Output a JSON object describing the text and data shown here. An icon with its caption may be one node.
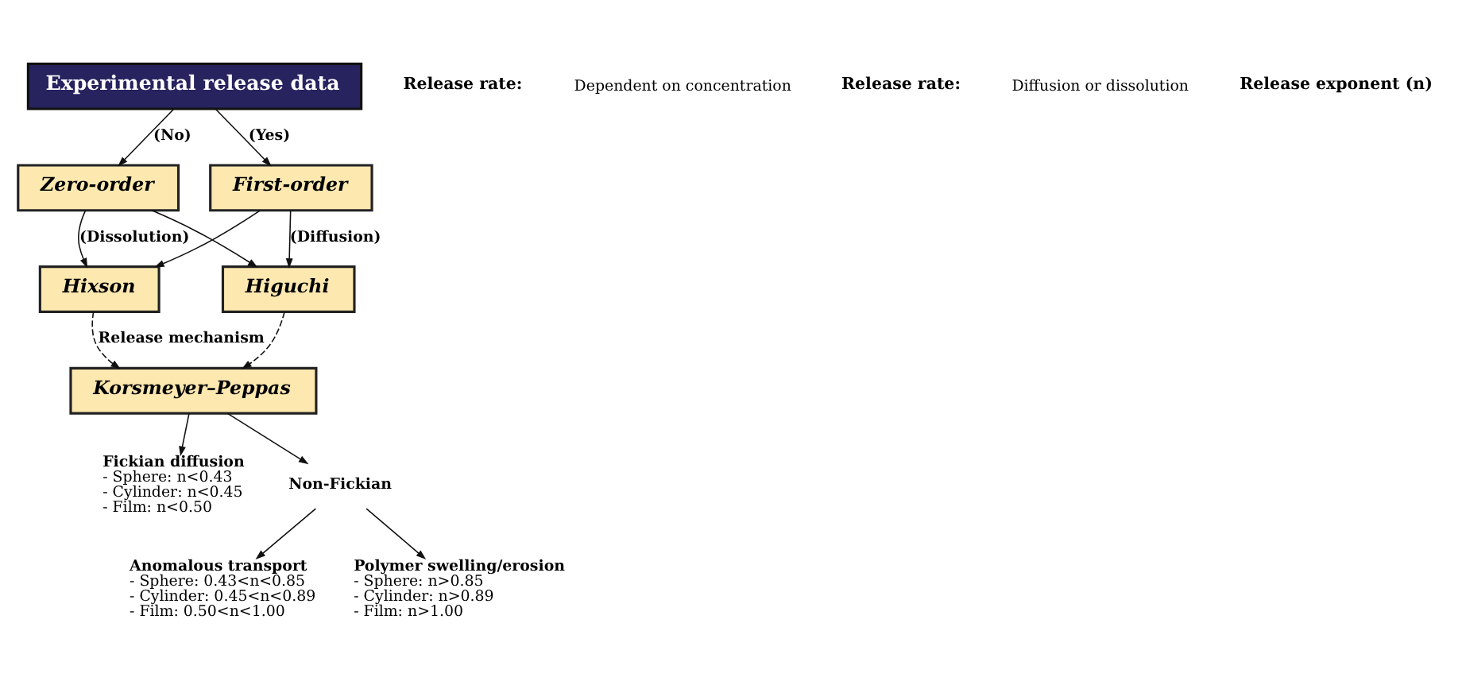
{
  "diagram": {
    "nodes": [
      {
        "text": [
          "Experimental release data"
        ]
      },
      {
        "text": [
          "Zero-order"
        ]
      },
      {
        "text": [
          "First-order"
        ]
      },
      {
        "text": [
          "Hixson"
        ]
      },
      {
        "text": [
          "Higuchi"
        ]
      },
      {
        "text": [
          "Korsmeyer–Peppas"
        ]
      },
      {
        "text": [
          "Fickian diffusion",
          "- Sphere: n<0.43",
          "- Cylinder: n<0.45",
          "- Film: n<0.50"
        ]
      },
      {
        "text": [
          "Non-Fickian"
        ]
      },
      {
        "text": [
          "Anomalous transport",
          "- Sphere: 0.43<n<0.85",
          "- Cylinder: 0.45<n<0.89",
          "- Film: 0.50<n<1.00"
        ]
      },
      {
        "text": [
          "Polymer swelling/erosion",
          "- Sphere: n>0.85",
          "- Cylinder: n>0.89",
          "- Film: n>1.00"
        ]
      }
    ],
    "edges": [
      {
        "from": 0,
        "to": 1,
        "arrow": "to",
        "label": "(No)"
      },
      {
        "from": 0,
        "to": 2,
        "arrow": "to",
        "label": "(Yes)"
      },
      {
        "from": 1,
        "to": 3,
        "arrow": "to",
        "label": "(Dissolution)"
      },
      {
        "from": 1,
        "to": 4,
        "arrow": "to"
      },
      {
        "from": 2,
        "to": 3,
        "arrow": "to"
      },
      {
        "from": 2,
        "to": 4,
        "arrow": "to",
        "label": "(Diffusion)"
      },
      {
        "from": 3,
        "to": 5,
        "arrow": "to",
        "style": "dashed",
        "label": "Release mechanism"
      },
      {
        "from": 4,
        "to": 5,
        "arrow": "to",
        "style": "dashed"
      },
      {
        "from": 5,
        "to": 6,
        "arrow": "to"
      },
      {
        "from": 5,
        "to": 7,
        "arrow": "to"
      },
      {
        "from": 7,
        "to": 8,
        "arrow": "to"
      },
      {
        "from": 7,
        "to": 9,
        "arrow": "to"
      }
    ],
    "labels": [
      "Release rate:",
      "Dependent on concentration",
      "Release rate:",
      "Diffusion or dissolution",
      "Release exponent (n)"
    ]
  }
}
